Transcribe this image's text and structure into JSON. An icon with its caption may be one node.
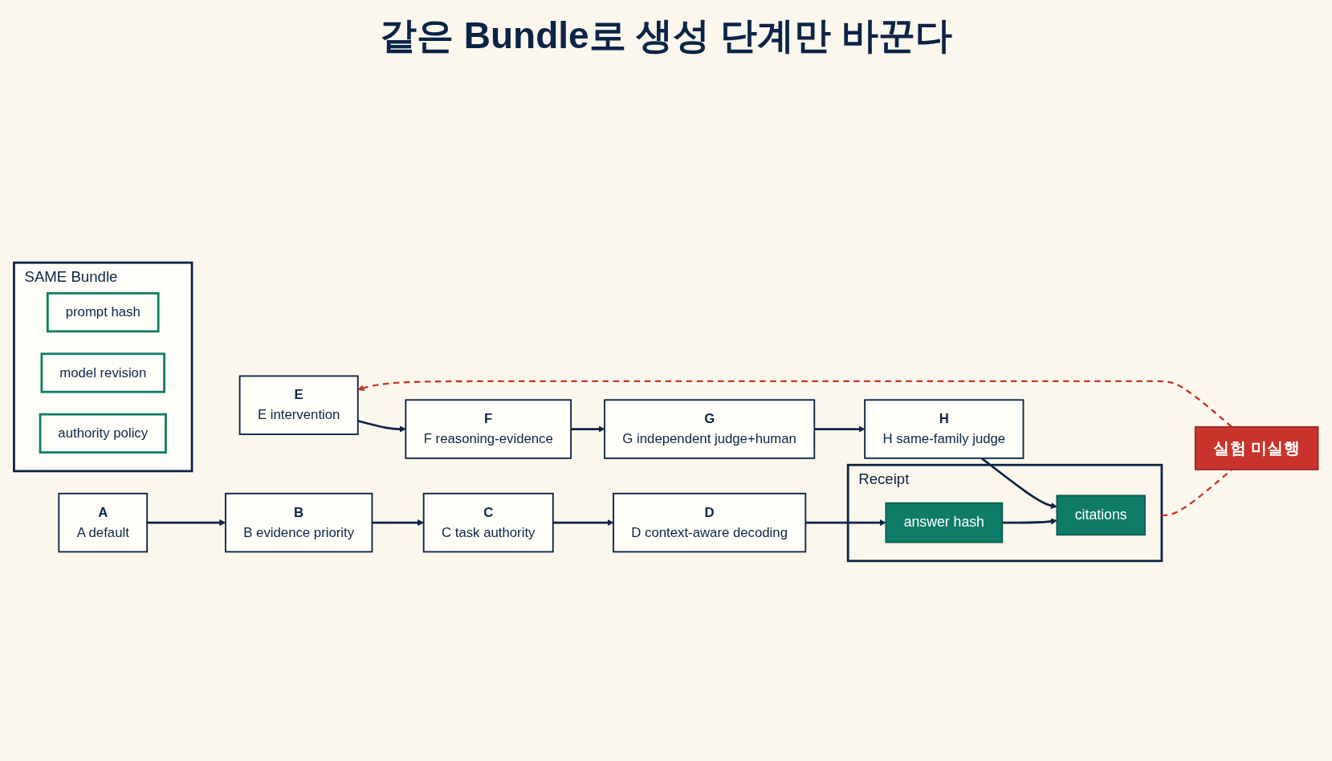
{
  "diagram": {
    "title": "같은 Bundle로 생성 단계만 바꾼다",
    "nodes": [
      {
        "text": [
          "SAME Bundle"
        ]
      },
      {
        "text": [
          "prompt hash"
        ],
        "in": 0
      },
      {
        "text": [
          "model revision"
        ],
        "in": 0
      },
      {
        "text": [
          "authority policy"
        ],
        "in": 0
      },
      {
        "text": [
          "A",
          "A default"
        ]
      },
      {
        "text": [
          "B",
          "B evidence priority"
        ]
      },
      {
        "text": [
          "C",
          "C task authority"
        ]
      },
      {
        "text": [
          "D",
          "D context-aware decoding"
        ]
      },
      {
        "text": [
          "E",
          "E intervention"
        ]
      },
      {
        "text": [
          "F",
          "F reasoning-evidence"
        ]
      },
      {
        "text": [
          "G",
          "G independent judge+human"
        ]
      },
      {
        "text": [
          "H",
          "H same-family judge"
        ]
      },
      {
        "text": [
          "Receipt"
        ]
      },
      {
        "text": [
          "answer hash"
        ],
        "in": 12
      },
      {
        "text": [
          "citations"
        ],
        "in": 12
      },
      {
        "text": [
          "실험 미실행"
        ]
      }
    ],
    "edges": [
      {
        "from": 4,
        "to": 5,
        "arrow": "to"
      },
      {
        "from": 5,
        "to": 6,
        "arrow": "to"
      },
      {
        "from": 6,
        "to": 7,
        "arrow": "to"
      },
      {
        "from": 7,
        "to": 13,
        "arrow": "to"
      },
      {
        "from": 8,
        "to": 9,
        "arrow": "to"
      },
      {
        "from": 9,
        "to": 10,
        "arrow": "to"
      },
      {
        "from": 10,
        "to": 11,
        "arrow": "to"
      },
      {
        "from": 11,
        "to": 14,
        "arrow": "to"
      },
      {
        "from": 13,
        "to": 14,
        "arrow": "to"
      },
      {
        "from": 12,
        "to": 15,
        "arrow": "none",
        "style": "dashed",
        "color": "#c8342c"
      },
      {
        "from": 15,
        "to": 8,
        "arrow": "to",
        "style": "dashed",
        "color": "#c8342c"
      }
    ]
  }
}
